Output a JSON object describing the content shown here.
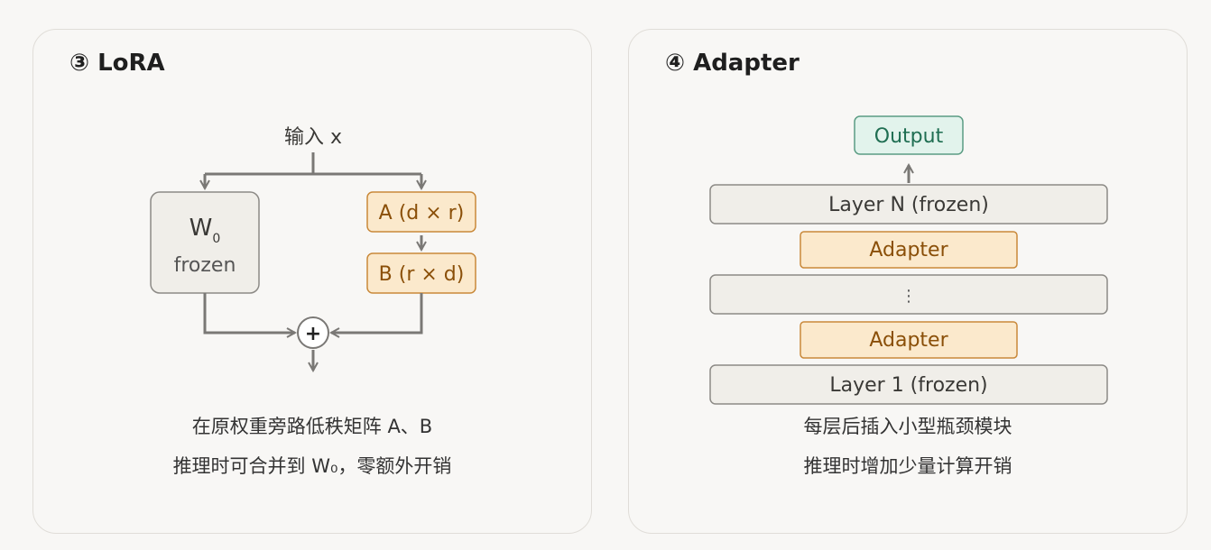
{
  "lora": {
    "title": "③ LoRA",
    "input_label": "输入 x",
    "frozen_label": "W",
    "frozen_sub": "0",
    "frozen_text": "frozen",
    "matrix_a": "A (d × r)",
    "matrix_b": "B (r × d)",
    "sum_symbol": "+",
    "caption_line1": "在原权重旁路低秩矩阵 A、B",
    "caption_line2": "推理时可合并到 W₀，零额外开销"
  },
  "adapter": {
    "title": "④ Adapter",
    "output_label": "Output",
    "layer_top": "Layer N (frozen)",
    "adapter_top": "Adapter",
    "ellipsis": "⋮",
    "adapter_bottom": "Adapter",
    "layer_bottom": "Layer 1 (frozen)",
    "caption_line1": "每层后插入小型瓶颈模块",
    "caption_line2": "推理时增加少量计算开销"
  },
  "colors": {
    "frozen_fill": "#f0eee9",
    "adapter_fill": "#fbe9cc",
    "adapter_text": "#8a4f08",
    "output_fill": "#e2f3ec",
    "output_text": "#1f6e52"
  }
}
